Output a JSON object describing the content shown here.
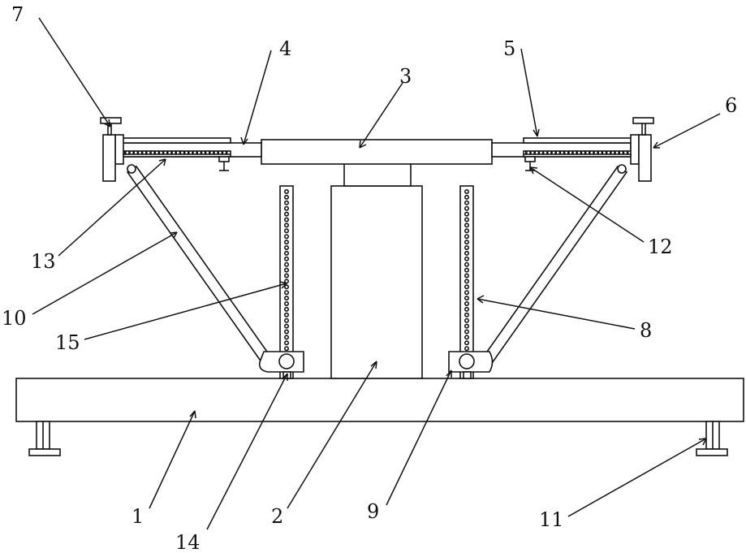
{
  "labels": {
    "l1": "1",
    "l2": "2",
    "l3": "3",
    "l4": "4",
    "l5": "5",
    "l6": "6",
    "l7": "7",
    "l8": "8",
    "l9": "9",
    "l10": "10",
    "l11": "11",
    "l12": "12",
    "l13": "13",
    "l14": "14",
    "l15": "15"
  },
  "colors": {
    "line": "#111111",
    "background": "#ffffff"
  }
}
